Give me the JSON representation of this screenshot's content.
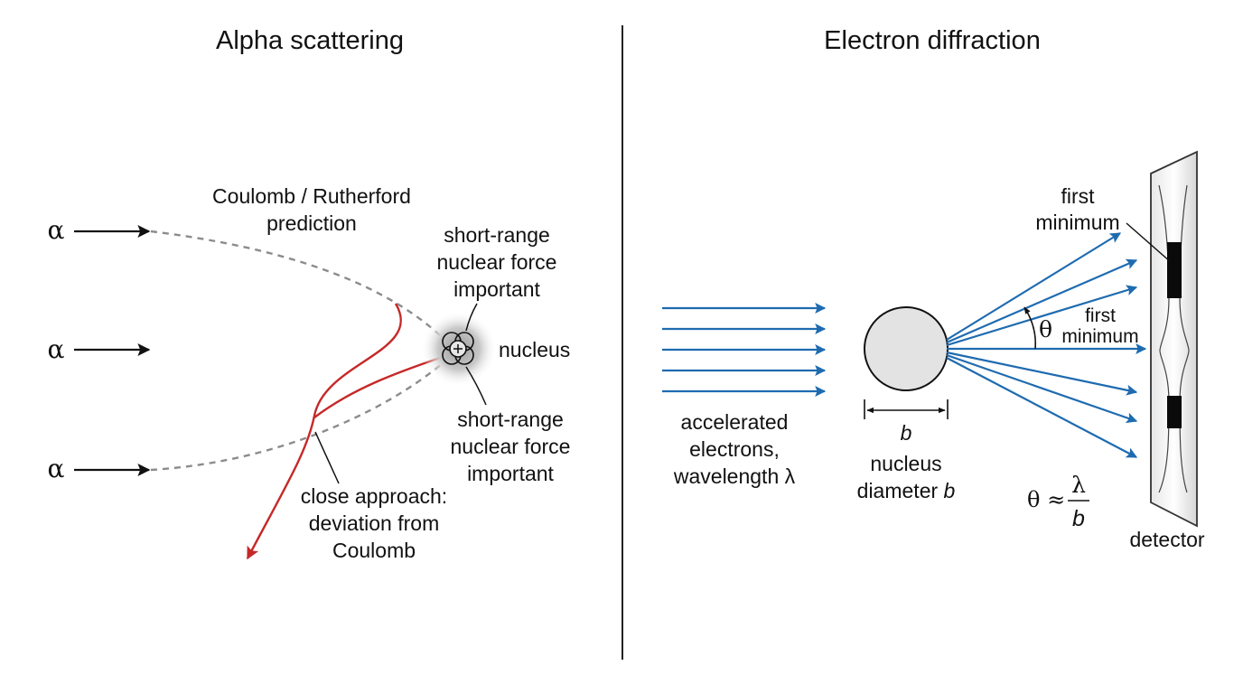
{
  "left_panel": {
    "title": "Alpha scattering",
    "alpha_symbol": "α",
    "prediction_label": [
      "Coulomb / Rutherford",
      "prediction"
    ],
    "nucleus_label": "nucleus",
    "nuclear_force_label": [
      "short-range",
      "nuclear force",
      "important"
    ],
    "close_approach_label": [
      "close approach:",
      "deviation from",
      "Coulomb"
    ],
    "prediction_color": "#8c8c8c",
    "actual_path_color": "#c62828"
  },
  "right_panel": {
    "title": "Electron diffraction",
    "electrons_label": [
      "accelerated",
      "electrons,",
      "wavelength λ"
    ],
    "diameter_symbol": "b",
    "nucleus_label": [
      "nucleus",
      "diameter "
    ],
    "first_minimum_label": [
      "first",
      "minimum"
    ],
    "theta_symbol": "θ",
    "formula": {
      "left": "θ ≈",
      "numerator": "λ",
      "denominator": "b"
    },
    "detector_label": "detector",
    "beam_color": "#1e6bb0"
  }
}
